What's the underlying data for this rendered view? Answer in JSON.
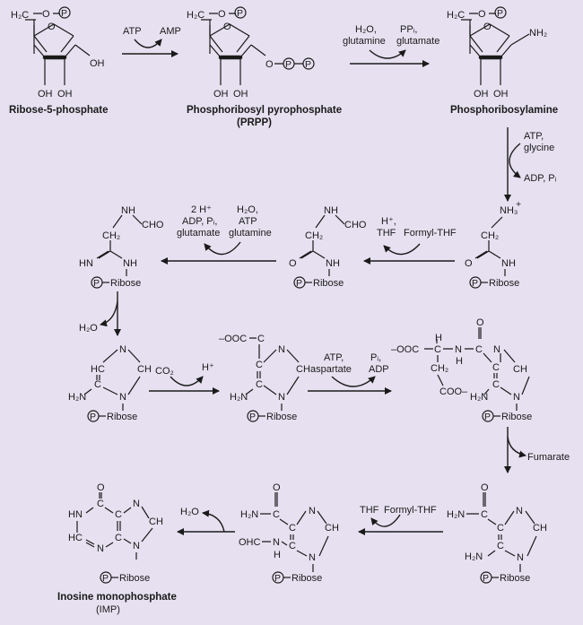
{
  "molecules": {
    "ribose5p": "Ribose-5-phosphate",
    "prpp1": "Phosphoribosyl pyrophosphate",
    "prpp2": "(PRPP)",
    "pra": "Phosphoribosylamine",
    "imp1": "Inosine monophosphate",
    "imp2": "(IMP)"
  },
  "atoms": {
    "h2c": "H₂C",
    "o": "O",
    "oh": "OH",
    "nh2": "NH₂",
    "nh3": "NH₃",
    "plus": "+",
    "ch2": "CH₂",
    "nh": "NH",
    "n": "N",
    "hn": "HN",
    "cho": "CHO",
    "c": "C",
    "ch": "CH",
    "hc": "HC",
    "h2n": "H₂N",
    "coo_left": "–OOC",
    "coo_right": "COO–",
    "h": "H",
    "ohc": "OHC",
    "hc_eq": "HC",
    "hn_dash": "HN",
    "ribose": "Ribose",
    "p": "P"
  },
  "reagents": {
    "r1_in": "ATP",
    "r1_out": "AMP",
    "r2_in1": "H₂O,",
    "r2_in2": "glutamine",
    "r2_out1": "PPᵢ,",
    "r2_out2": "glutamate",
    "r3_in1": "ATP,",
    "r3_in2": "glycine",
    "r3_out": "ADP, Pᵢ",
    "r4_in1": "H⁺,",
    "r4_in2": "THF",
    "r4_out": "Formyl-THF",
    "r5_out1": "2 H⁺",
    "r5_out2": "ADP, Pᵢ,",
    "r5_out3": "glutamate",
    "r5_in1": "H₂O,",
    "r5_in2": "ATP",
    "r5_in3": "glutamine",
    "r6_out": "H₂O",
    "r7_in": "CO₂",
    "r7_out": "H⁺",
    "r8_in1": "ATP,",
    "r8_in2": "aspartate",
    "r8_out1": "Pᵢ,",
    "r8_out2": "ADP",
    "r9_out": "Fumarate",
    "r10_in1": "THF",
    "r10_in2": "Formyl-THF",
    "r11_out": "H₂O"
  }
}
